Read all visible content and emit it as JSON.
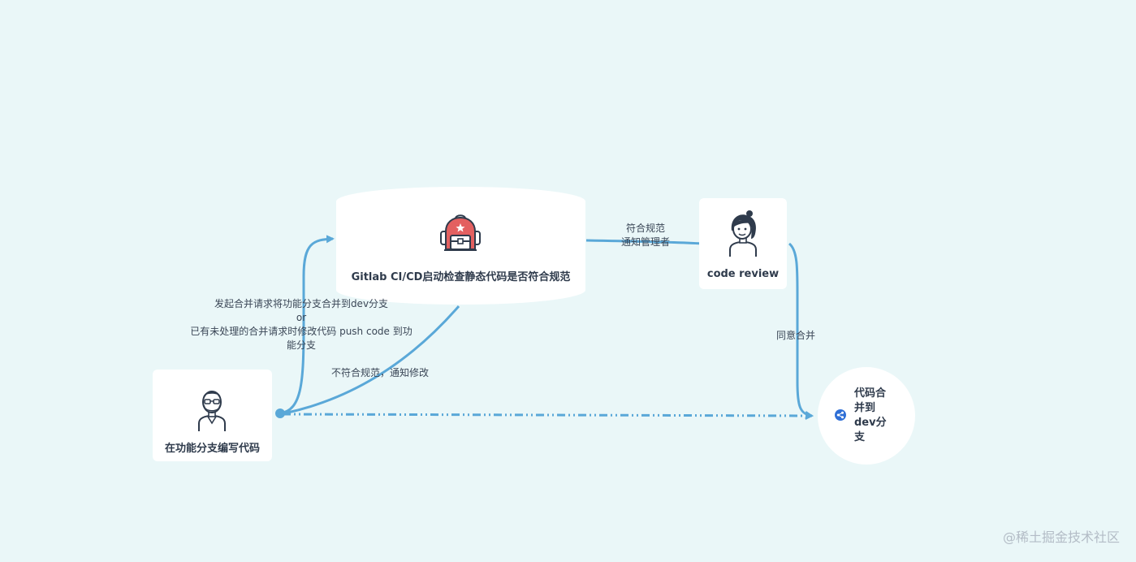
{
  "nodes": {
    "dev": {
      "title": "在功能分支编写代码",
      "icon": "developer-avatar-icon"
    },
    "ci": {
      "title": "Gitlab CI/CD启动检查静态代码是否符合规范",
      "icon": "backpack-icon"
    },
    "review": {
      "title": "code review",
      "icon": "reviewer-avatar-icon"
    },
    "merge": {
      "line1": "代码合",
      "line2": "并到",
      "line3": "dev分",
      "line4": "支",
      "icon": "share-icon"
    }
  },
  "edges": {
    "dev_to_ci": {
      "line1": "发起合并请求将功能分支合并到dev分支",
      "line2": "or",
      "line3": "已有未处理的合并请求时修改代码 push code 到功",
      "line4": "能分支"
    },
    "ci_to_dev": {
      "label": "不符合规范，通知修改"
    },
    "ci_to_review": {
      "line1": "符合规范",
      "line2": "通知管理者"
    },
    "review_to_merge": {
      "label": "同意合并"
    }
  },
  "colors": {
    "edge": "#5aa8d8",
    "background": "#eaf7f8",
    "accent": "#e36060",
    "share": "#2f6fd6"
  },
  "watermark": "@稀土掘金技术社区"
}
